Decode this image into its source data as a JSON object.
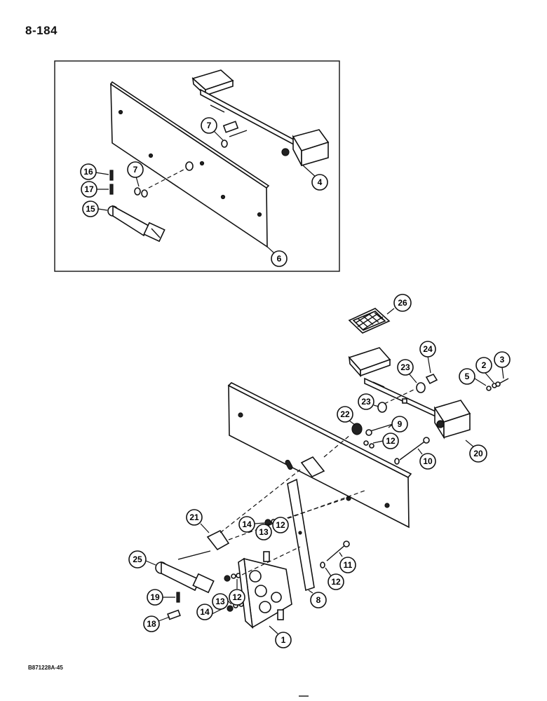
{
  "header": {
    "page_number": "8-184"
  },
  "footer": {
    "figure_code": "B871228A-45"
  },
  "callouts": [
    "1",
    "2",
    "3",
    "4",
    "5",
    "6",
    "7",
    "7",
    "8",
    "9",
    "10",
    "11",
    "12",
    "12",
    "12",
    "12",
    "13",
    "13",
    "14",
    "14",
    "15",
    "16",
    "17",
    "18",
    "19",
    "20",
    "21",
    "22",
    "23",
    "23",
    "24",
    "25",
    "26"
  ]
}
